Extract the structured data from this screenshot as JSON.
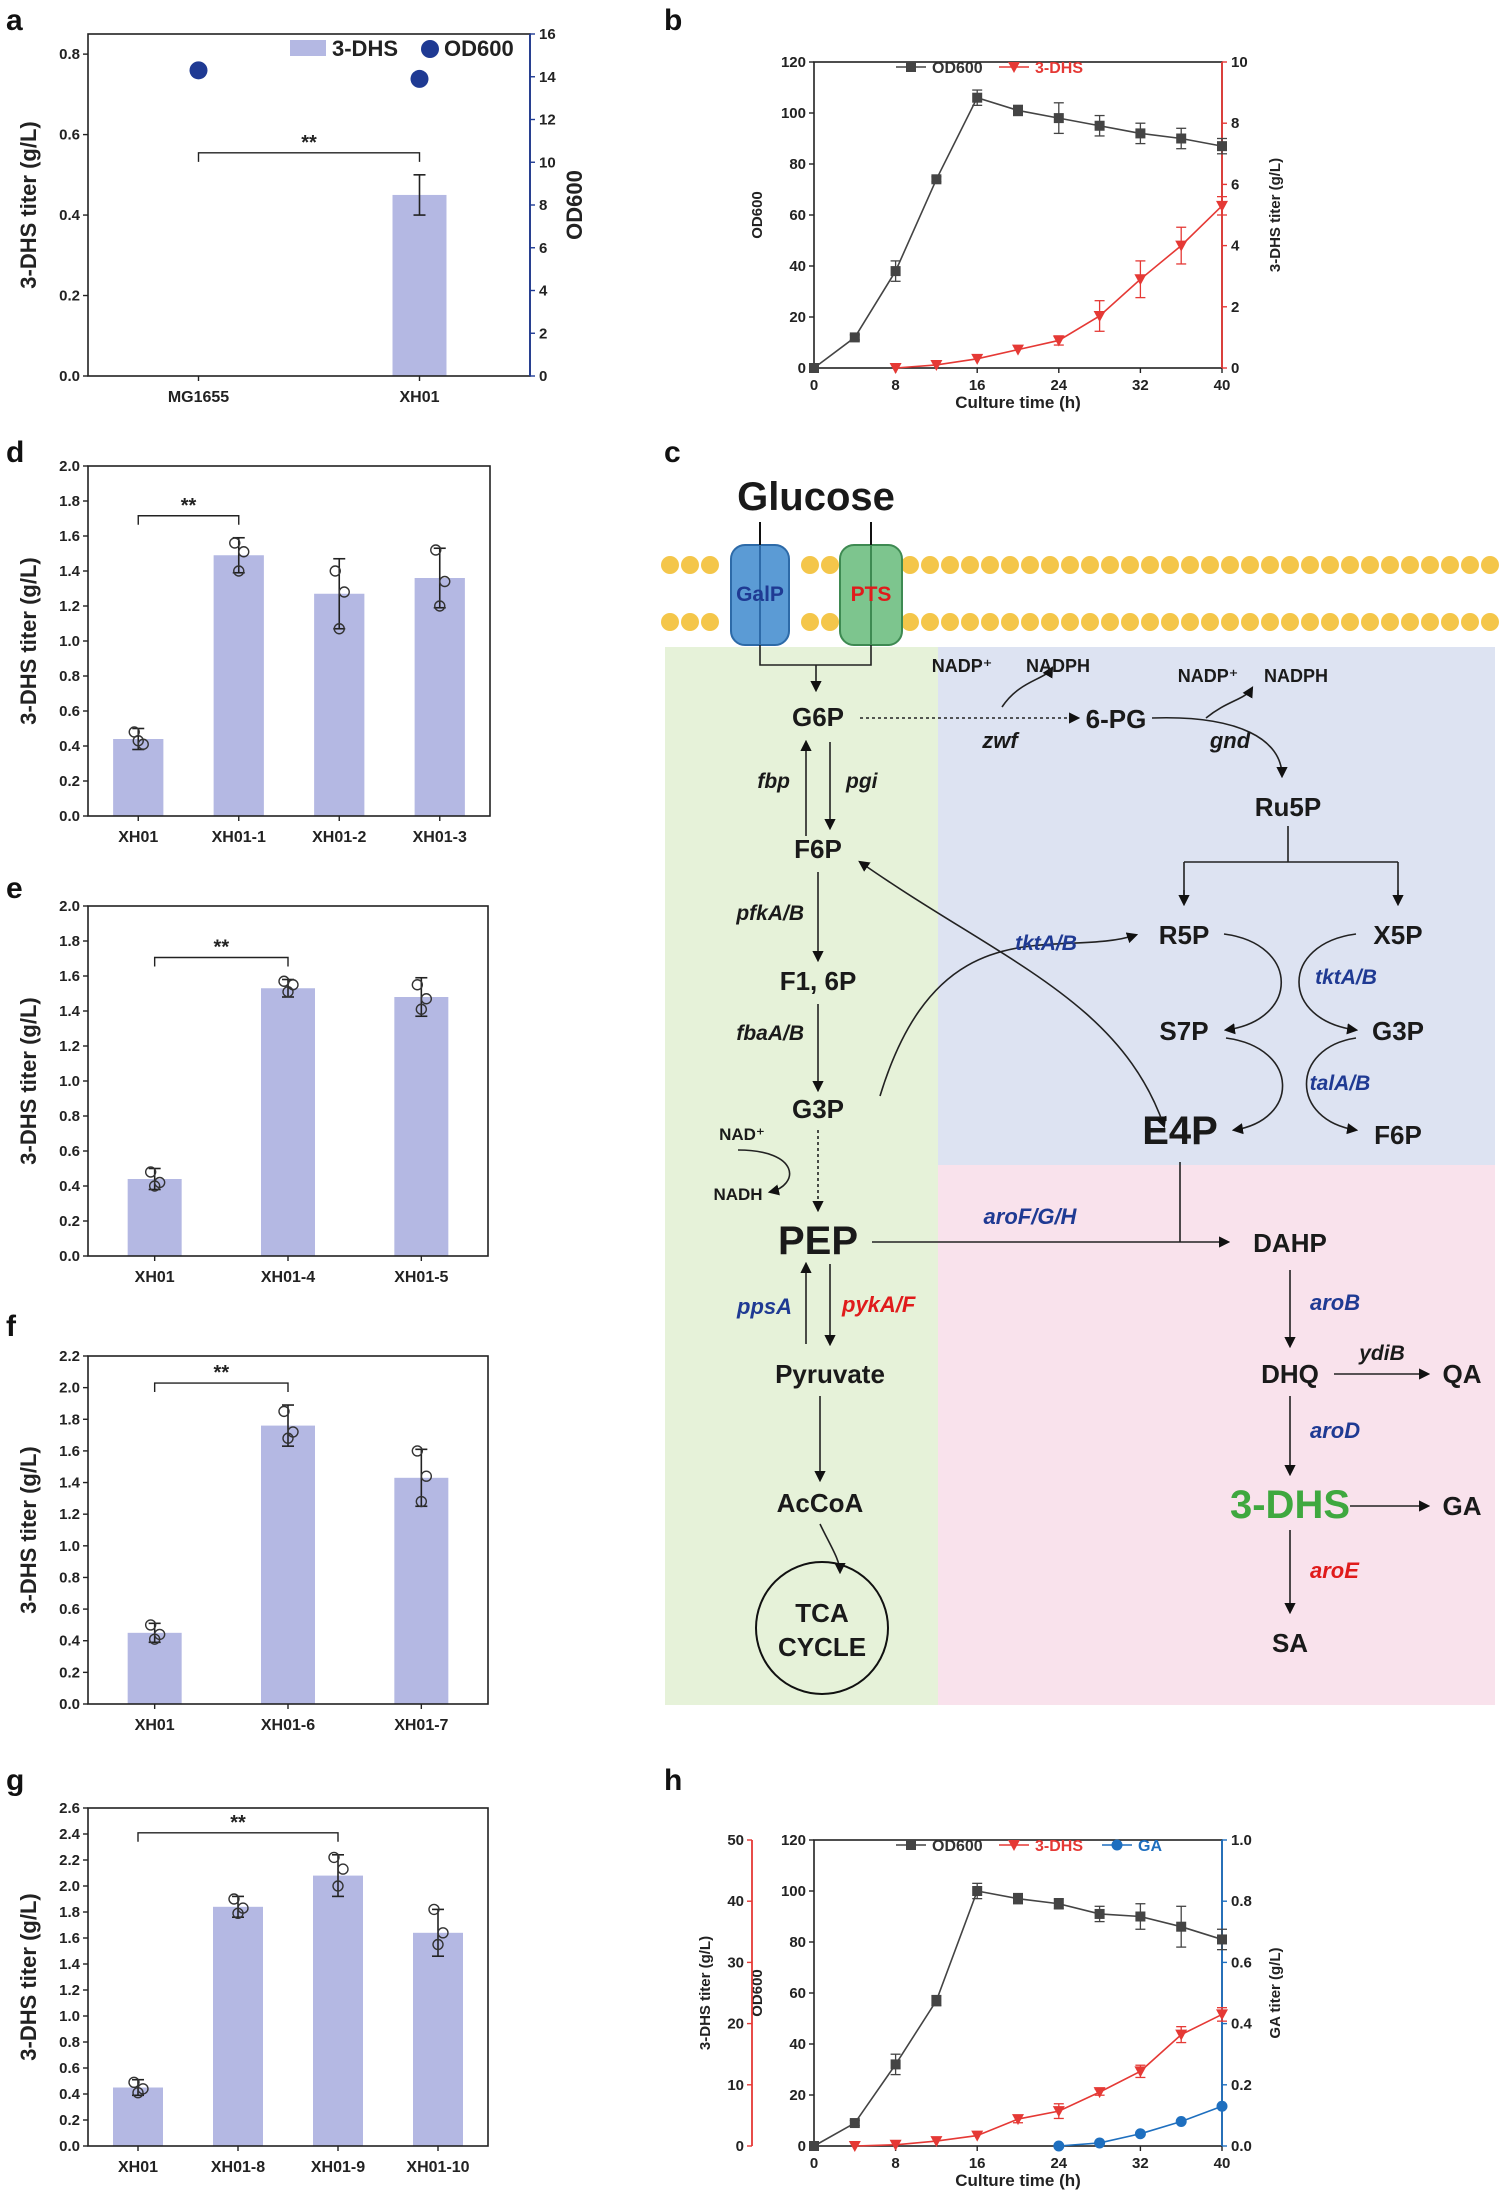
{
  "chart_data": [
    {
      "panel": "a",
      "type": "bar",
      "ylabel": "3-DHS titer (g/L)",
      "ylabel2": "OD600",
      "categories": [
        "MG1655",
        "XH01"
      ],
      "ylim": [
        0,
        0.85
      ],
      "y2lim": [
        0,
        16
      ],
      "yticks": [
        "0.0",
        "0.2",
        "0.4",
        "0.6",
        "0.8"
      ],
      "y2ticks": [
        "0",
        "2",
        "4",
        "6",
        "8",
        "10",
        "12",
        "14",
        "16"
      ],
      "series": [
        {
          "name": "3-DHS",
          "values": [
            0.0,
            0.45
          ],
          "errors": [
            0,
            0.05
          ],
          "color": "#b4b8e3"
        },
        {
          "name": "OD600",
          "values": [
            14.3,
            13.9
          ],
          "color": "#1f3a93",
          "axis": "right"
        }
      ],
      "annotations": [
        {
          "text": "**",
          "between": [
            "MG1655",
            "XH01"
          ]
        }
      ],
      "legend_position": "top-right"
    },
    {
      "panel": "b",
      "type": "line",
      "xlabel": "Culture time (h)",
      "ylabel": "OD600",
      "ylabel2": "3-DHS titer (g/L)",
      "xlim": [
        0,
        40
      ],
      "ylim": [
        0,
        120
      ],
      "y2lim": [
        0,
        10
      ],
      "xticks": [
        "0",
        "8",
        "16",
        "24",
        "32",
        "40"
      ],
      "yticks": [
        "0",
        "20",
        "40",
        "60",
        "80",
        "100",
        "120"
      ],
      "y2ticks": [
        "0",
        "2",
        "4",
        "6",
        "8",
        "10"
      ],
      "series": [
        {
          "name": "OD600",
          "color": "#444444",
          "marker": "square",
          "axis": "left",
          "x": [
            0,
            4,
            8,
            12,
            16,
            20,
            24,
            28,
            32,
            36,
            40
          ],
          "values": [
            0,
            12,
            38,
            74,
            106,
            101,
            98,
            95,
            92,
            90,
            87
          ],
          "errors": [
            0,
            1,
            4,
            1,
            3,
            2,
            6,
            4,
            4,
            4,
            3
          ]
        },
        {
          "name": "3-DHS",
          "color": "#e53935",
          "marker": "triangle-down",
          "axis": "right",
          "x": [
            8,
            12,
            16,
            20,
            24,
            28,
            32,
            36,
            40
          ],
          "values": [
            0.0,
            0.1,
            0.3,
            0.6,
            0.9,
            1.7,
            2.9,
            4.0,
            5.3
          ],
          "errors": [
            0,
            0,
            0,
            0,
            0.15,
            0.5,
            0.6,
            0.6,
            0.3
          ]
        }
      ],
      "legend_position": "top"
    },
    {
      "panel": "d",
      "type": "bar",
      "ylabel": "3-DHS titer (g/L)",
      "categories": [
        "XH01",
        "XH01-1",
        "XH01-2",
        "XH01-3"
      ],
      "ylim": [
        0,
        2.0
      ],
      "yticks": [
        "0.0",
        "0.2",
        "0.4",
        "0.6",
        "0.8",
        "1.0",
        "1.2",
        "1.4",
        "1.6",
        "1.8",
        "2.0"
      ],
      "values": [
        0.44,
        1.49,
        1.27,
        1.36
      ],
      "errors": [
        0.06,
        0.1,
        0.2,
        0.17
      ],
      "points": [
        [
          0.48,
          0.41,
          0.43
        ],
        [
          1.56,
          1.51,
          1.4
        ],
        [
          1.4,
          1.28,
          1.07
        ],
        [
          1.52,
          1.34,
          1.2
        ]
      ],
      "annotations": [
        {
          "text": "**",
          "between": [
            "XH01",
            "XH01-1"
          ]
        }
      ]
    },
    {
      "panel": "e",
      "type": "bar",
      "ylabel": "3-DHS titer (g/L)",
      "categories": [
        "XH01",
        "XH01-4",
        "XH01-5"
      ],
      "ylim": [
        0,
        2.0
      ],
      "yticks": [
        "0.0",
        "0.2",
        "0.4",
        "0.6",
        "0.8",
        "1.0",
        "1.2",
        "1.4",
        "1.6",
        "1.8",
        "2.0"
      ],
      "values": [
        0.44,
        1.53,
        1.48
      ],
      "errors": [
        0.06,
        0.05,
        0.11
      ],
      "points": [
        [
          0.48,
          0.42,
          0.4
        ],
        [
          1.57,
          1.55,
          1.51
        ],
        [
          1.55,
          1.47,
          1.41
        ]
      ],
      "annotations": [
        {
          "text": "**",
          "between": [
            "XH01",
            "XH01-4"
          ]
        }
      ]
    },
    {
      "panel": "f",
      "type": "bar",
      "ylabel": "3-DHS titer (g/L)",
      "categories": [
        "XH01",
        "XH01-6",
        "XH01-7"
      ],
      "ylim": [
        0,
        2.2
      ],
      "yticks": [
        "0.0",
        "0.2",
        "0.4",
        "0.6",
        "0.8",
        "1.0",
        "1.2",
        "1.4",
        "1.6",
        "1.8",
        "2.0",
        "2.2"
      ],
      "values": [
        0.45,
        1.76,
        1.43
      ],
      "errors": [
        0.06,
        0.13,
        0.18
      ],
      "points": [
        [
          0.5,
          0.44,
          0.41
        ],
        [
          1.85,
          1.72,
          1.68
        ],
        [
          1.6,
          1.44,
          1.28
        ]
      ],
      "annotations": [
        {
          "text": "**",
          "between": [
            "XH01",
            "XH01-6"
          ]
        }
      ]
    },
    {
      "panel": "g",
      "type": "bar",
      "ylabel": "3-DHS titer (g/L)",
      "categories": [
        "XH01",
        "XH01-8",
        "XH01-9",
        "XH01-10"
      ],
      "ylim": [
        0,
        2.6
      ],
      "yticks": [
        "0.0",
        "0.2",
        "0.4",
        "0.6",
        "0.8",
        "1.0",
        "1.2",
        "1.4",
        "1.6",
        "1.8",
        "2.0",
        "2.2",
        "2.4",
        "2.6"
      ],
      "values": [
        0.45,
        1.84,
        2.08,
        1.64
      ],
      "errors": [
        0.06,
        0.08,
        0.16,
        0.18
      ],
      "points": [
        [
          0.49,
          0.44,
          0.41
        ],
        [
          1.9,
          1.83,
          1.79
        ],
        [
          2.22,
          2.13,
          2.0
        ],
        [
          1.82,
          1.64,
          1.55
        ]
      ],
      "annotations": [
        {
          "text": "**",
          "between": [
            "XH01",
            "XH01-9"
          ]
        }
      ]
    },
    {
      "panel": "h",
      "type": "line",
      "xlabel": "Culture time (h)",
      "ylabel": "OD600",
      "ylabel_left_outer": "3-DHS titer (g/L)",
      "ylabel2": "GA titer (g/L)",
      "xlim": [
        0,
        40
      ],
      "ylim": [
        0,
        120
      ],
      "y_outer_lim": [
        0,
        50
      ],
      "y2lim": [
        0,
        1.0
      ],
      "xticks": [
        "0",
        "8",
        "16",
        "24",
        "32",
        "40"
      ],
      "yticks": [
        "0",
        "20",
        "40",
        "60",
        "80",
        "100",
        "120"
      ],
      "youterticks": [
        "0",
        "10",
        "20",
        "30",
        "40",
        "50"
      ],
      "y2ticks": [
        "0.0",
        "0.2",
        "0.4",
        "0.6",
        "0.8",
        "1.0"
      ],
      "series": [
        {
          "name": "OD600",
          "color": "#444444",
          "marker": "square",
          "axis": "left",
          "x": [
            0,
            4,
            8,
            12,
            16,
            20,
            24,
            28,
            32,
            36,
            40
          ],
          "values": [
            0,
            9,
            32,
            57,
            100,
            97,
            95,
            91,
            90,
            86,
            81
          ],
          "errors": [
            0,
            1,
            4,
            2,
            3,
            2,
            2,
            3,
            5,
            8,
            4
          ]
        },
        {
          "name": "3-DHS",
          "color": "#e53935",
          "marker": "triangle-down",
          "axis": "outer",
          "x": [
            4,
            8,
            12,
            16,
            20,
            24,
            28,
            32,
            36,
            40
          ],
          "values": [
            0.0,
            0.2,
            0.8,
            1.7,
            4.4,
            5.7,
            8.8,
            12.2,
            18.2,
            21.5
          ],
          "errors": [
            0,
            0,
            0,
            0,
            0.6,
            1.2,
            0.5,
            1.0,
            1.3,
            1.1
          ]
        },
        {
          "name": "GA",
          "color": "#1e6fbf",
          "marker": "circle",
          "axis": "right",
          "x": [
            24,
            28,
            32,
            36,
            40
          ],
          "values": [
            0.0,
            0.01,
            0.04,
            0.08,
            0.13
          ],
          "errors": [
            0,
            0,
            0,
            0,
            0
          ]
        }
      ],
      "legend_position": "top"
    }
  ],
  "pathway": {
    "labels": {
      "glucose": "Glucose",
      "galp": "GalP",
      "pts": "PTS",
      "g6p": "G6P",
      "f6p": "F6P",
      "f16p": "F1, 6P",
      "g3p": "G3P",
      "pep": "PEP",
      "pyruvate": "Pyruvate",
      "accoa": "AcCoA",
      "tca1": "TCA",
      "tca2": "CYCLE",
      "pg6": "6-PG",
      "ru5p": "Ru5P",
      "r5p": "R5P",
      "x5p": "X5P",
      "s7p": "S7P",
      "g3p2": "G3P",
      "e4p": "E4P",
      "f6p2": "F6P",
      "dahp": "DAHP",
      "dhq": "DHQ",
      "qa": "QA",
      "dhs": "3-DHS",
      "ga": "GA",
      "sa": "SA",
      "nadp1": "NADP⁺",
      "nadph1": "NADPH",
      "nadp2": "NADP⁺",
      "nadph2": "NADPH",
      "nad": "NAD⁺",
      "nadh": "NADH"
    },
    "enzymes": {
      "fbp": "fbp",
      "pgi": "pgi",
      "pfk": "pfkA/B",
      "fba": "fbaA/B",
      "zwf": "zwf",
      "gnd": "gnd",
      "tkt1": "tktA/B",
      "tkt2": "tktA/B",
      "tal": "talA/B",
      "aroFGH": "aroF/G/H",
      "ppsA": "ppsA",
      "pykAF": "pykA/F",
      "aroB": "aroB",
      "ydiB": "ydiB",
      "aroD": "aroD",
      "aroE": "aroE"
    },
    "colors": {
      "overexpressed": "#1f3a93",
      "deleted": "#e01b1b",
      "product": "#3fa83f",
      "glycolysis_bg": "#e6f2d9",
      "ppp_bg": "#dde3f2",
      "shikimate_bg": "#f9e2ec",
      "membrane": "#f4c64a",
      "galp": "#5b9bd5",
      "pts": "#7dc58e"
    }
  },
  "panel_labels": {
    "a": "a",
    "b": "b",
    "c": "c",
    "d": "d",
    "e": "e",
    "f": "f",
    "g": "g",
    "h": "h"
  }
}
